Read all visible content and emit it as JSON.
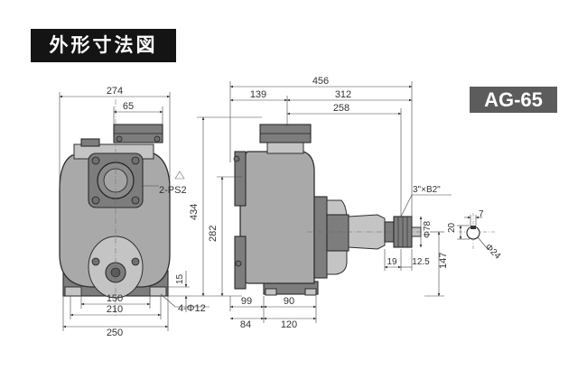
{
  "title": "外形寸法図",
  "model": "AG-65",
  "front_view": {
    "overall_width": "274",
    "flange_width": "65",
    "height": "434",
    "port_label": "2-PS2",
    "base_bolt_span": "150",
    "base_inner": "210",
    "base_overall": "250",
    "base_height": "15",
    "mount_holes": "4-Φ12"
  },
  "side_view": {
    "overall_length": "456",
    "to_inlet": "139",
    "to_shaft_end": "312",
    "to_flange": "258",
    "center_height": "282",
    "base_part1": "99",
    "base_part2": "90",
    "base_span1": "84",
    "base_span2": "120",
    "pulley_spec": "3\"×B2\"",
    "pulley_dia": "Φ78",
    "shaft_len": "19",
    "shaft_len2": "12.5",
    "shaft_height": "147"
  },
  "key_detail": {
    "key_width": "7",
    "key_height": "20",
    "shaft_dia": "Φ24"
  }
}
